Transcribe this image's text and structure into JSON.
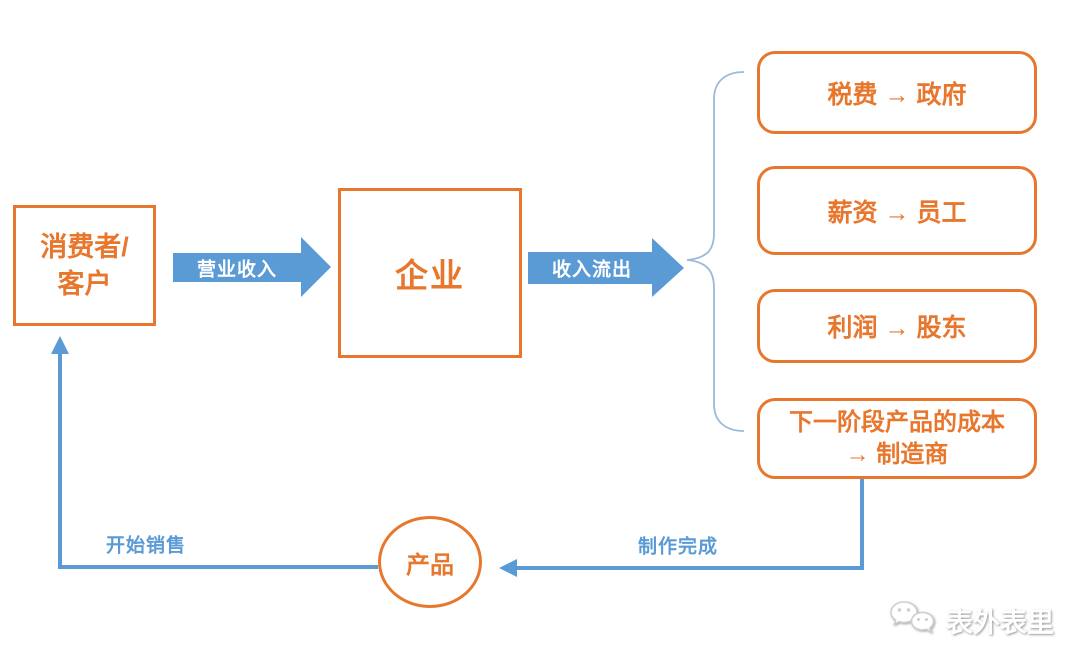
{
  "diagram": {
    "consumer": {
      "line1": "消费者/",
      "line2": "客户"
    },
    "enterprise": {
      "label": "企业"
    },
    "product": {
      "label": "产品"
    },
    "outputs": [
      {
        "label": "税费 → 政府"
      },
      {
        "label": "薪资 → 员工"
      },
      {
        "label": "利润 → 股东"
      },
      {
        "line1": "下一阶段产品的成本",
        "line2": "→ 制造商"
      }
    ],
    "labels": {
      "revenue": "营业收入",
      "outflow": "收入流出",
      "produced": "制作完成",
      "sell": "开始销售"
    },
    "colors": {
      "orange": "#E8772E",
      "blue": "#5B9BD5",
      "brace": "#9DB8DD",
      "label_text": "#FFFFFF"
    }
  },
  "watermark": {
    "text": "表外表里"
  }
}
